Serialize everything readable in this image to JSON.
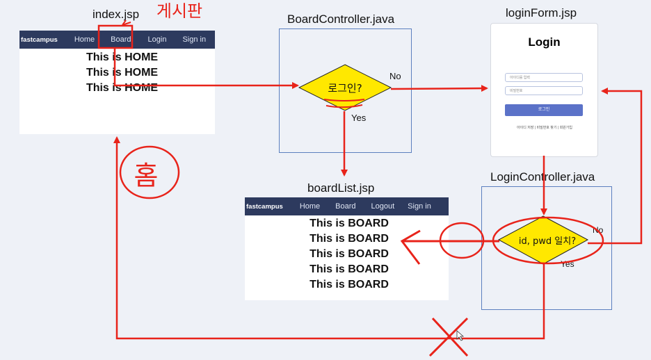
{
  "index": {
    "title": "index.jsp",
    "nav": {
      "brand": "fastcampus",
      "home": "Home",
      "board": "Board",
      "login": "Login",
      "signin": "Sign in"
    },
    "lines": [
      "This is HOME",
      "This is HOME",
      "This is HOME"
    ]
  },
  "board_controller": {
    "title": "BoardController.java",
    "decision": "로그인?",
    "no": "No",
    "yes": "Yes"
  },
  "login_form": {
    "title": "loginForm.jsp",
    "heading": "Login",
    "id_placeholder": "아이디를 입력",
    "pwd_placeholder": "비밀번호",
    "button": "로그인",
    "links": "아이디 저장 | 비밀번호 찾기 | 회원가입"
  },
  "board_list": {
    "title": "boardList.jsp",
    "nav": {
      "brand": "fastcampus",
      "home": "Home",
      "board": "Board",
      "logout": "Logout",
      "signin": "Sign in"
    },
    "lines": [
      "This is BOARD",
      "This is BOARD",
      "This is BOARD",
      "This is BOARD",
      "This is BOARD"
    ]
  },
  "login_controller": {
    "title": "LoginController.java",
    "decision": "id, pwd 일치?",
    "no": "No",
    "yes": "Yes"
  },
  "handwriting": {
    "top": "게시판",
    "left": "홈"
  },
  "colors": {
    "annotation": "#e8231a",
    "nav": "#2d3a5e",
    "diamond": "#ffe800",
    "box_border": "#5b7fbf",
    "login_button": "#5b72c8"
  }
}
